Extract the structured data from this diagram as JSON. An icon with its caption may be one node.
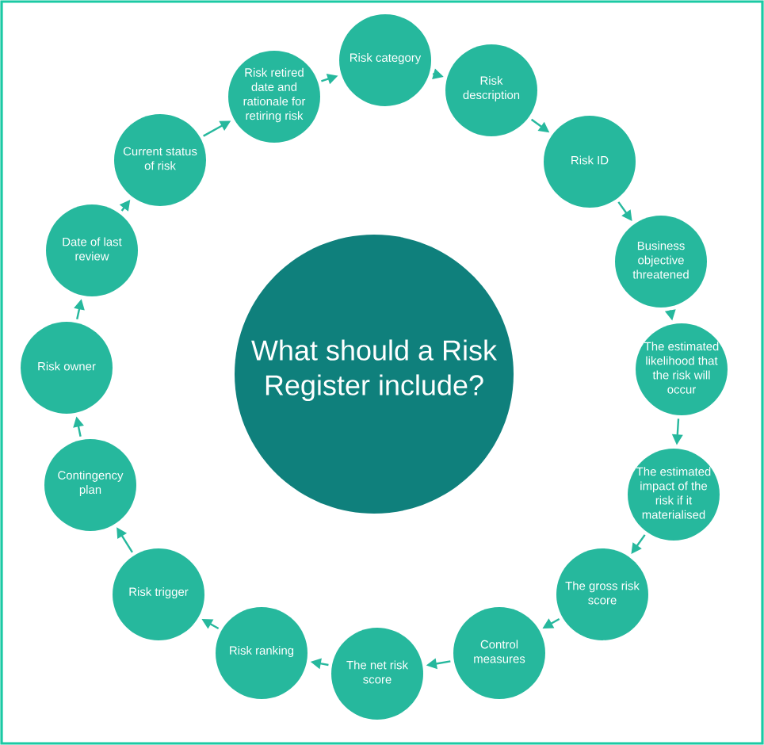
{
  "diagram": {
    "nodes": [
      {
        "text": [
          "What should a Risk Register include?"
        ]
      },
      {
        "text": [
          "Risk category"
        ]
      },
      {
        "text": [
          "Risk description"
        ]
      },
      {
        "text": [
          "Risk ID"
        ]
      },
      {
        "text": [
          "Business objective threatened"
        ]
      },
      {
        "text": [
          "The estimated likelihood that the risk will occur"
        ]
      },
      {
        "text": [
          "The estimated impact of the risk if it materialised"
        ]
      },
      {
        "text": [
          "The gross risk score"
        ]
      },
      {
        "text": [
          "Control measures"
        ]
      },
      {
        "text": [
          "The net risk score"
        ]
      },
      {
        "text": [
          "Risk ranking"
        ]
      },
      {
        "text": [
          "Risk trigger"
        ]
      },
      {
        "text": [
          "Contingency plan"
        ]
      },
      {
        "text": [
          "Risk owner"
        ]
      },
      {
        "text": [
          "Date of last review"
        ]
      },
      {
        "text": [
          "Current status of risk"
        ]
      },
      {
        "text": [
          "Risk retired date and rationale for retiring risk"
        ]
      }
    ],
    "edges": [
      {
        "from": 1,
        "to": 2,
        "arrow": "to"
      },
      {
        "from": 2,
        "to": 3,
        "arrow": "to"
      },
      {
        "from": 3,
        "to": 4,
        "arrow": "to"
      },
      {
        "from": 4,
        "to": 5,
        "arrow": "to"
      },
      {
        "from": 5,
        "to": 6,
        "arrow": "to"
      },
      {
        "from": 6,
        "to": 7,
        "arrow": "to"
      },
      {
        "from": 7,
        "to": 8,
        "arrow": "to"
      },
      {
        "from": 8,
        "to": 9,
        "arrow": "to"
      },
      {
        "from": 9,
        "to": 10,
        "arrow": "to"
      },
      {
        "from": 10,
        "to": 11,
        "arrow": "to"
      },
      {
        "from": 11,
        "to": 12,
        "arrow": "to"
      },
      {
        "from": 12,
        "to": 13,
        "arrow": "to"
      },
      {
        "from": 13,
        "to": 14,
        "arrow": "to"
      },
      {
        "from": 14,
        "to": 15,
        "arrow": "to"
      },
      {
        "from": 15,
        "to": 16,
        "arrow": "to"
      },
      {
        "from": 16,
        "to": 1,
        "arrow": "to"
      }
    ]
  }
}
